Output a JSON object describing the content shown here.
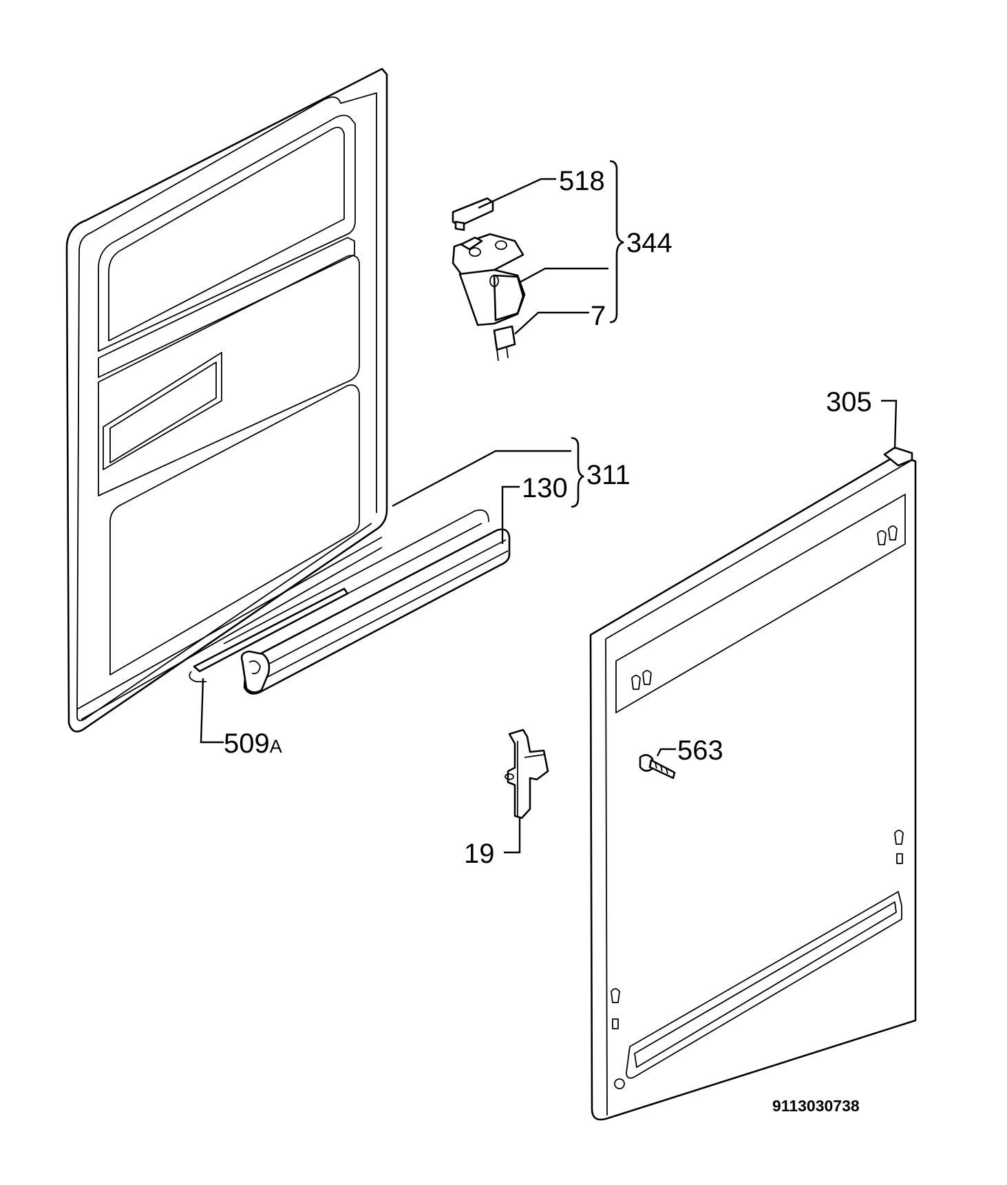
{
  "labels": {
    "p518": "518",
    "p344": "344",
    "p7": "7",
    "p305": "305",
    "p311": "311",
    "p130": "130",
    "p509": "509",
    "p509_suffix": "A",
    "p563": "563",
    "p19": "19"
  },
  "document_number": "9113030738"
}
